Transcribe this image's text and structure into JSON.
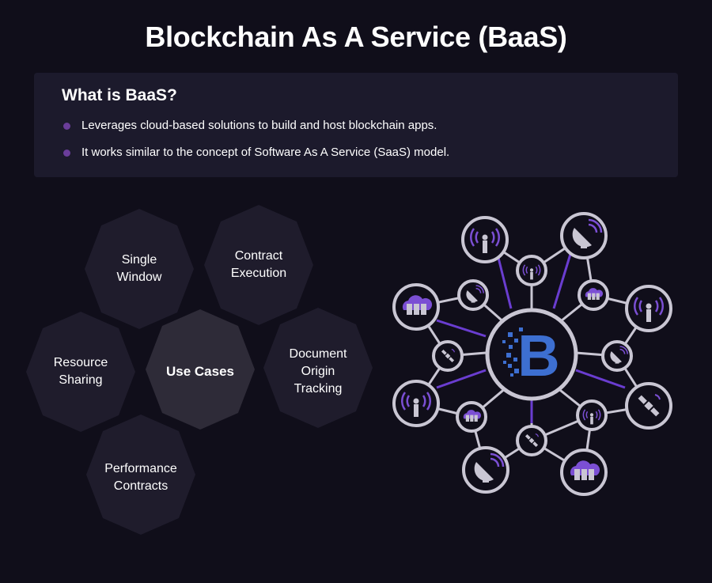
{
  "title": "Blockchain As A Service (BaaS)",
  "info": {
    "heading": "What is BaaS?",
    "bullets": [
      "Leverages cloud-based solutions to build and host blockchain apps.",
      "It works similar to the concept of Software As A Service (SaaS) model."
    ]
  },
  "use_cases": {
    "center": "Use Cases",
    "items": [
      {
        "label": "Single\nWindow"
      },
      {
        "label": "Contract\nExecution"
      },
      {
        "label": "Resource\nSharing"
      },
      {
        "label": "Document\nOrigin\nTracking"
      },
      {
        "label": "Performance\nContracts"
      }
    ]
  },
  "network": {
    "center_icon": "bitcoin-icon",
    "node_icons": [
      "antenna-icon",
      "satellite-dish-icon",
      "cloud-server-icon",
      "satellite-icon"
    ]
  },
  "colors": {
    "background": "#100e1a",
    "panel": "#1c1a2c",
    "hexagon": "#1f1c2c",
    "hexagon_center": "#2e2b38",
    "accent": "#6a3d9a",
    "node_ring": "#c9c6d3",
    "bitcoin": "#3d6fd1"
  }
}
